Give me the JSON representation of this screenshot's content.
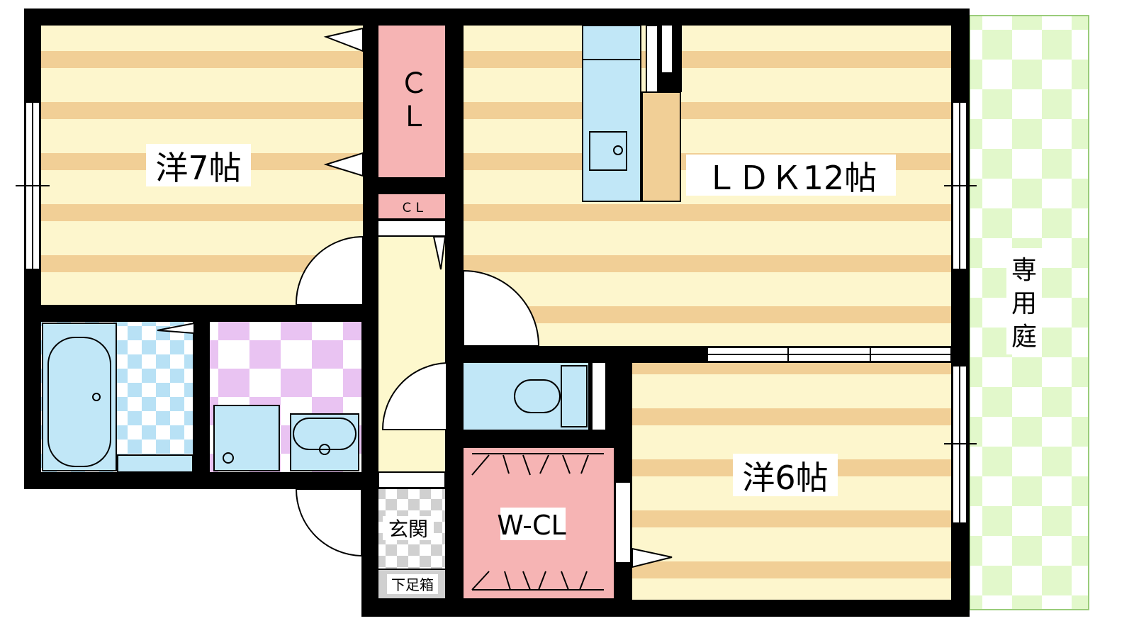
{
  "rooms": {
    "western7": {
      "label": "洋7帖"
    },
    "ldk": {
      "label": "ＬＤＫ12帖"
    },
    "western6": {
      "label": "洋6帖"
    },
    "closet_main": {
      "label_line1": "Ｃ",
      "label_line2": "Ｌ"
    },
    "closet_small": {
      "label": "ＣＬ"
    },
    "walkin_closet": {
      "label": "W-CL"
    },
    "entrance": {
      "label": "玄関"
    },
    "shoe_box": {
      "label": "下足箱"
    },
    "garden": {
      "label_line1": "専",
      "label_line2": "用",
      "label_line3": "庭"
    }
  },
  "colors": {
    "wall": "#000000",
    "floor_stripe_tan": "#f1cf96",
    "floor_stripe_cream": "#fdf6cd",
    "closet_pink": "#f6b4b4",
    "fixture_blue": "#c1e7f7",
    "bath_check_blue": "#b8e1f5",
    "washroom_check_purple": "#e9c3f2",
    "garden_check_green": "#e2f8cb",
    "hall_yellow": "#fdf8cd",
    "kitchen_counter_tan": "#f1cf96",
    "entrance_check_gray": "#d0d0d0"
  }
}
